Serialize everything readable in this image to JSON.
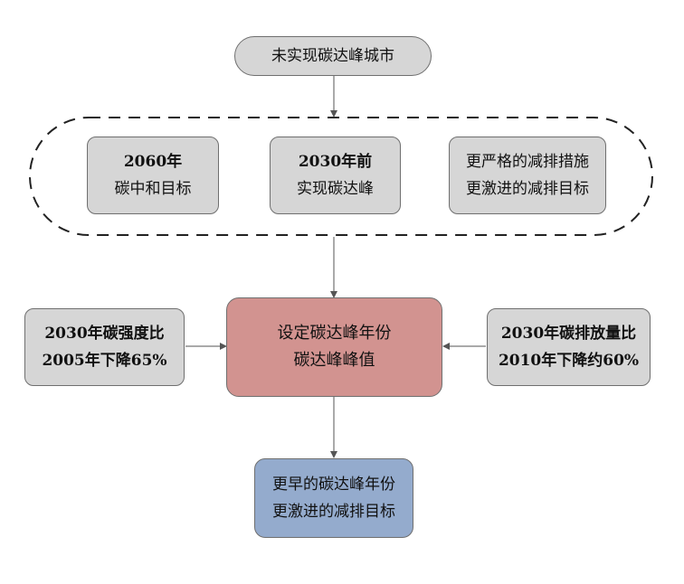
{
  "nodes": {
    "top": "未实现碳达峰城市",
    "goal_a": [
      "2060年",
      "碳中和目标"
    ],
    "goal_b": [
      "2030年前",
      "实现碳达峰"
    ],
    "goal_c": [
      "更严格的减排措施",
      "更激进的减排目标"
    ],
    "left": [
      "2030年碳强度比",
      "2005年下降65%"
    ],
    "center": [
      "设定碳达峰年份",
      "碳达峰峰值"
    ],
    "right": [
      "2030年碳排放量比",
      "2010年下降约60%"
    ],
    "bottom": [
      "更早的碳达峰年份",
      "更激进的减排目标"
    ]
  },
  "colors": {
    "node_fill": "#d6d6d6",
    "center_fill": "#d29390",
    "bottom_fill": "#94abcd",
    "stroke": "#6f6f6f",
    "arrow": "#555555"
  }
}
